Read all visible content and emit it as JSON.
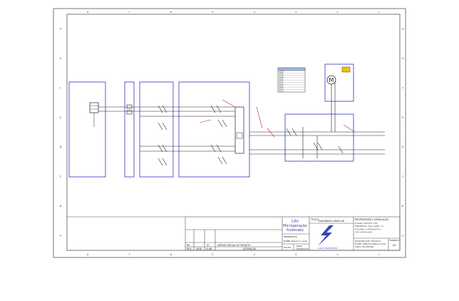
{
  "frame": {
    "col_labels": [
      "8",
      "7",
      "6",
      "5",
      "4",
      "3",
      "2",
      "1"
    ],
    "row_labels": [
      "H",
      "G",
      "F",
      "E",
      "D",
      "C",
      "B",
      "A"
    ]
  },
  "title_block": {
    "company_line1": "CPV",
    "company_line2": "Microgeração",
    "company_line3": "Ituberaby",
    "drawing_label": "TÍTULO",
    "drawing_title": "DIAGRAMA UNIFILAR",
    "designer_label": "DESENHISTA",
    "designer_name": "NOME: Renan C. Lucki",
    "date_label": "FOLHA",
    "date_value": "DATA",
    "date_text": "05/06/2017",
    "owner_header": "PROPRIETÁRIO E INSTALAÇÃO",
    "owner_lines": [
      "LUGAR: MOTIVO: XXX",
      "ENDEREÇO: RUA AGRE, 11",
      "ROSARIO: ALTRAPOCICO",
      "CEP: 87449-000"
    ],
    "tech_lines": [
      "RESPONSÁVEL TÉCNICO",
      "NOME: RENAN JORDAO LUCK",
      "CREA:  PR-380000"
    ],
    "format_label": "FORMATO",
    "format_value": "A3",
    "logo_text": "LUCKY CONSTRUÇÃO"
  },
  "revision_table": {
    "row": {
      "rev": "R0",
      "date": "01",
      "desc": "VERSÃO INICIAL DO PROJETO"
    },
    "headers": {
      "rev": "REV.",
      "date": "DATA",
      "elab": "ELAB.",
      "desc": "ALTERAÇÃO"
    }
  },
  "legend": {
    "rows": 9
  },
  "colors": {
    "frame": "#555555",
    "panel": "#3333cc",
    "wire": "#222222",
    "annotation": "#cc2222",
    "warning": "#f2c200"
  }
}
